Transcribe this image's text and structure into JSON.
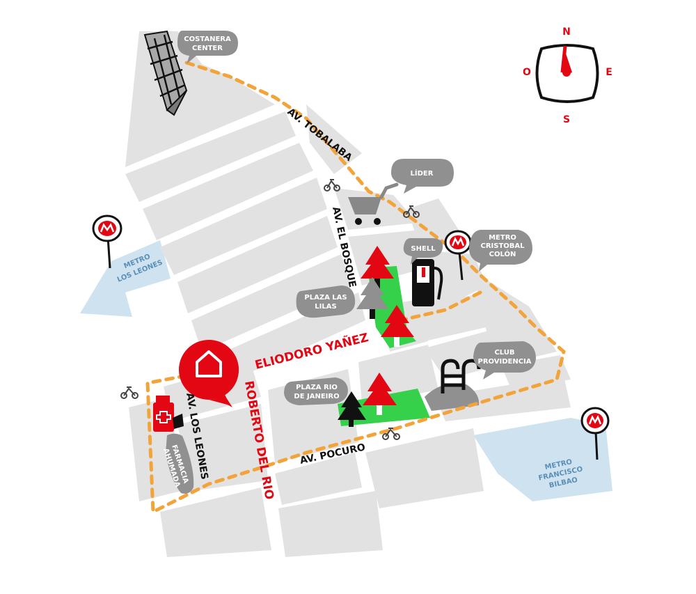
{
  "colors": {
    "block": "#e2e2e2",
    "label_bubble": "#909090",
    "route": "#f2a33a",
    "accent": "#e30613",
    "park": "#35d14a",
    "water": "#cfe2f0",
    "water_text": "#5a8fb8",
    "dark": "#111111"
  },
  "streets": {
    "tobalaba": "AV. TOBALABA",
    "el_bosque": "AV. EL BOSQUE",
    "eliodoro_yanez": "ELIODORO YAÑEZ",
    "roberto_del_rio": "ROBERTO DEL RIO",
    "los_leones": "AV. LOS LEONES",
    "pocuro": "AV. POCURO"
  },
  "places": {
    "costanera": [
      "COSTANERA",
      "CENTER"
    ],
    "lider": [
      "LÍDER"
    ],
    "shell": [
      "SHELL"
    ],
    "metro_colon": [
      "METRO",
      "CRISTOBAL",
      "COLÓN"
    ],
    "plaza_lilas": [
      "PLAZA LAS",
      "LILAS"
    ],
    "club_providencia": [
      "CLUB",
      "PROVIDENCIA"
    ],
    "plaza_rio": [
      "PLAZA RIO",
      "DE JANEIRO"
    ],
    "farmacia": [
      "FARMACIA",
      "AHUMADA"
    ]
  },
  "metro": {
    "los_leones": [
      "METRO",
      "LOS LEONES"
    ],
    "francisco_bilbao": [
      "METRO",
      "FRANCISCO",
      "BILBAO"
    ]
  },
  "compass": {
    "north": "N",
    "south": "S",
    "east": "E",
    "west": "O"
  },
  "icons": [
    "building-icon",
    "shopping-cart-icon",
    "gas-pump-icon",
    "pine-tree-icon",
    "pool-ladder-icon",
    "pharmacy-icon",
    "home-pin-icon",
    "metro-sign-icon",
    "bicycle-icon",
    "compass-icon"
  ]
}
